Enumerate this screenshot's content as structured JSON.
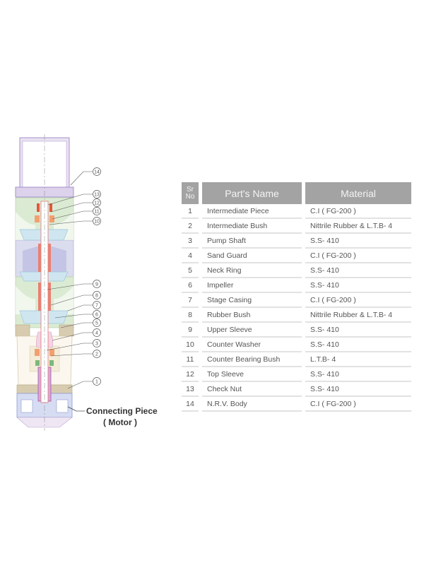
{
  "diagram": {
    "callouts": [
      "14",
      "13",
      "12",
      "11",
      "10",
      "9",
      "8",
      "7",
      "6",
      "5",
      "4",
      "3",
      "2",
      "1"
    ],
    "connecting_label_1": "Connecting Piece",
    "connecting_label_2": "( Motor )"
  },
  "table": {
    "headers": {
      "sr_line1": "Sr",
      "sr_line2": "No",
      "name": "Part's Name",
      "material": "Material"
    },
    "rows": [
      {
        "sr": "1",
        "name": "Intermediate Piece",
        "material": "C.I ( FG-200 )"
      },
      {
        "sr": "2",
        "name": "Intermediate Bush",
        "material": "Nittrile Rubber & L.T.B- 4"
      },
      {
        "sr": "3",
        "name": "Pump Shaft",
        "material": "S.S- 410"
      },
      {
        "sr": "4",
        "name": "Sand Guard",
        "material": "C.I ( FG-200 )"
      },
      {
        "sr": "5",
        "name": "Neck Ring",
        "material": "S.S- 410"
      },
      {
        "sr": "6",
        "name": "Impeller",
        "material": "S.S- 410"
      },
      {
        "sr": "7",
        "name": "Stage Casing",
        "material": "C.I ( FG-200 )"
      },
      {
        "sr": "8",
        "name": "Rubber Bush",
        "material": "Nittrile Rubber & L.T.B- 4"
      },
      {
        "sr": "9",
        "name": "Upper Sleeve",
        "material": "S.S- 410"
      },
      {
        "sr": "10",
        "name": "Counter Washer",
        "material": "S.S- 410"
      },
      {
        "sr": "11",
        "name": "Counter Bearing Bush",
        "material": "L.T.B- 4"
      },
      {
        "sr": "12",
        "name": "Top Sleeve",
        "material": "S.S- 410"
      },
      {
        "sr": "13",
        "name": "Check Nut",
        "material": "S.S- 410"
      },
      {
        "sr": "14",
        "name": "N.R.V. Body",
        "material": "C.I ( FG-200 )"
      }
    ]
  }
}
